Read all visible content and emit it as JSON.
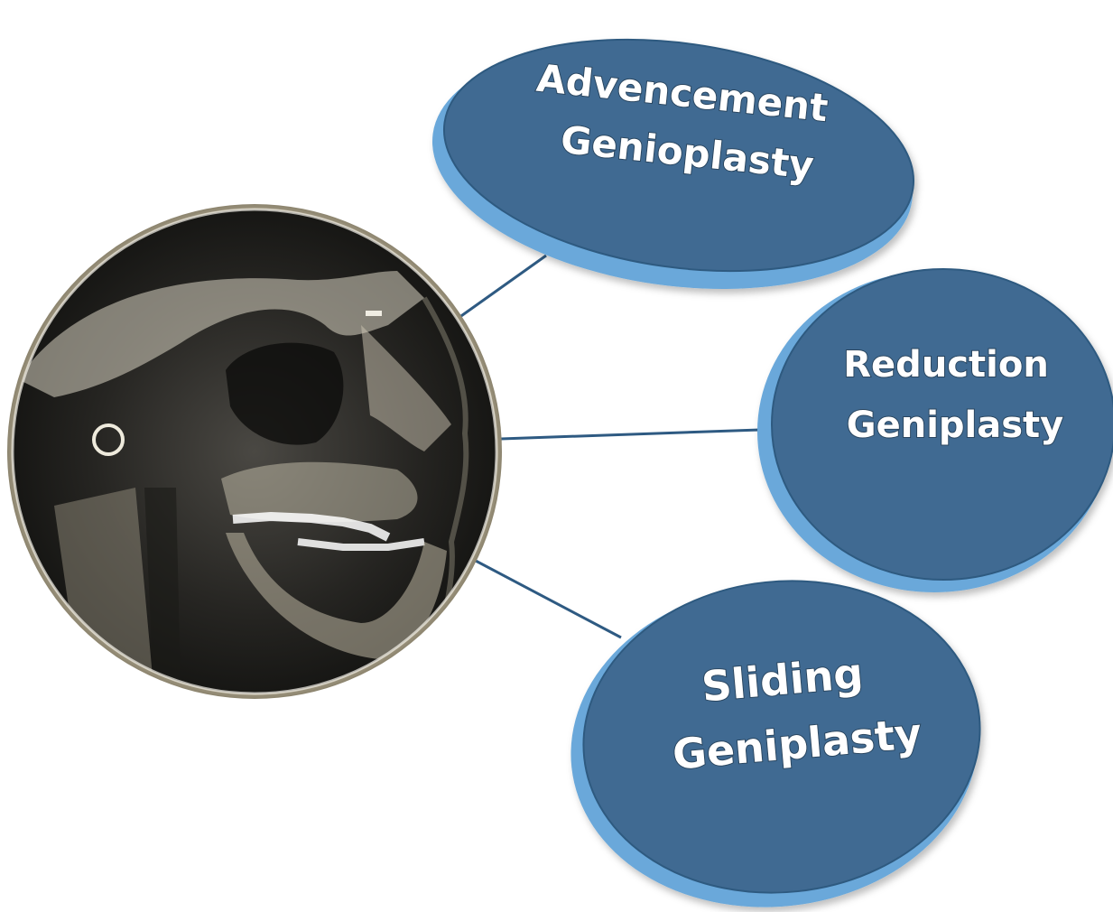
{
  "nodes": [
    {
      "id": "advancement",
      "lines": [
        "Advencement",
        "Genioplasty"
      ]
    },
    {
      "id": "reduction",
      "lines": [
        "Reduction",
        "Geniplasty"
      ]
    },
    {
      "id": "sliding",
      "lines": [
        "Sliding",
        "Geniplasty"
      ]
    }
  ],
  "center": {
    "image": "cephalometric-xray-lateral-skull"
  },
  "colors": {
    "node_fill": "#3f6b92",
    "node_rim": "#6aa8da",
    "node_rim_dark": "#2f5a80",
    "connector": "#2e5a82",
    "xray_frame": "#b7ac91"
  }
}
